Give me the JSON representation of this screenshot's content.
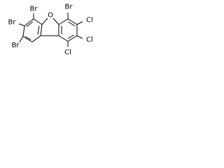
{
  "molecule": {
    "atom_labels": {
      "oxygen": "O",
      "br_top_left": "Br",
      "br_mid_left": "Br",
      "br_bottom_left": "Br",
      "br_top_right": "Br",
      "cl_upper_right": "Cl",
      "cl_lower_right": "Cl",
      "cl_bottom": "Cl"
    }
  },
  "colors": {
    "bond": "#000000",
    "label": "#000000",
    "background": "#ffffff"
  }
}
